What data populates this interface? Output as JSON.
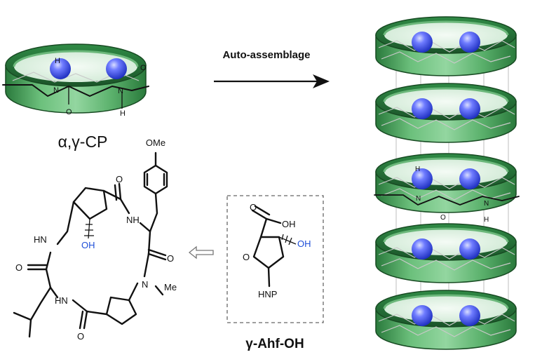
{
  "arrow_label": "Auto-assemblage",
  "cp_label": "α,γ-CP",
  "monomer_label": "γ-Ahf-OH",
  "ring_labels": {
    "H": "H",
    "N": "N",
    "O": "O"
  },
  "macrocycle": {
    "ome": "OMe",
    "oh": "OH",
    "hn": "HN",
    "nh": "NH",
    "o": "O",
    "n_me": "N",
    "me": "Me"
  },
  "monomer": {
    "oh_top": "OH",
    "o_ring": "O",
    "o_carbonyl": "O",
    "oh_blue": "OH",
    "hnp": "HNP"
  },
  "colors": {
    "ring_green": "#3f9c52",
    "ring_dark": "#1e5a2c",
    "sphere_blue": "#2f4cf0",
    "hydroxyl_blue": "#1f4fd8"
  }
}
